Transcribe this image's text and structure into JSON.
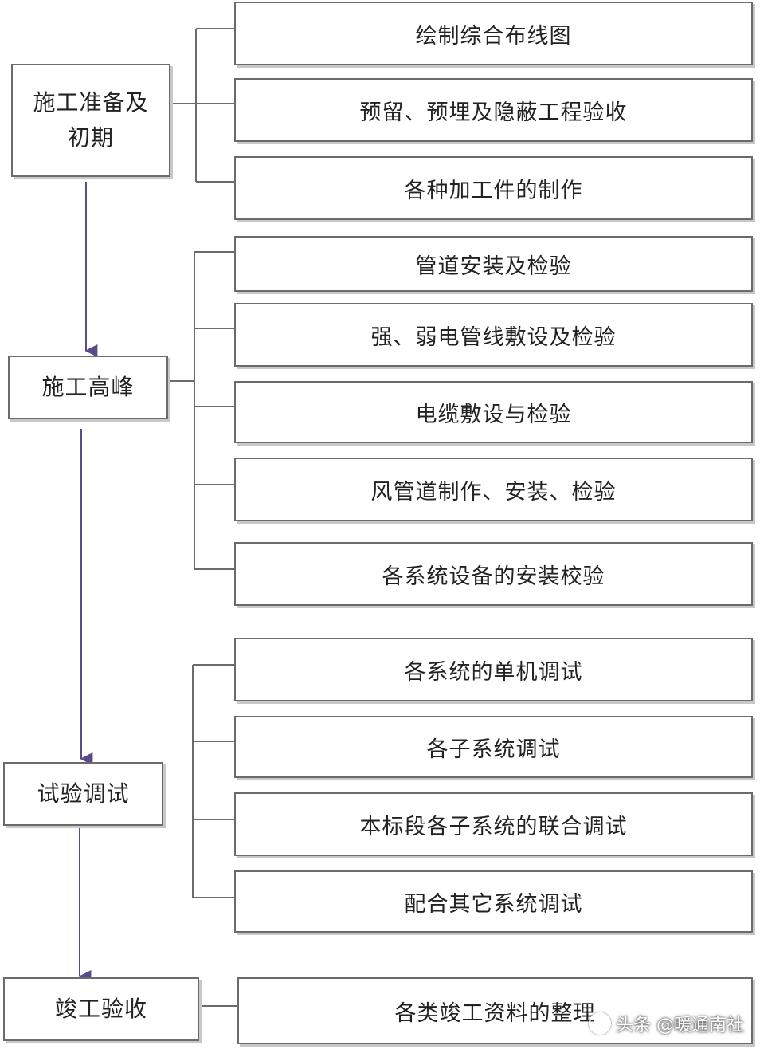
{
  "stages": [
    {
      "label": "施工准备及\n初期",
      "tasks": [
        "绘制综合布线图",
        "预留、预埋及隐蔽工程验收",
        "各种加工件的制作"
      ]
    },
    {
      "label": "施工高峰",
      "tasks": [
        "管道安装及检验",
        "强、弱电管线敷设及检验",
        "电缆敷设与检验",
        "风管道制作、安装、检验",
        "各系统设备的安装校验"
      ]
    },
    {
      "label": "试验调试",
      "tasks": [
        "各系统的单机调试",
        "各子系统调试",
        "本标段各子系统的联合调试",
        "配合其它系统调试"
      ]
    },
    {
      "label": "竣工验收",
      "tasks": [
        "各类竣工资料的整理"
      ]
    }
  ],
  "watermark": "头条 @暖通南社",
  "colors": {
    "arrow": "#5b4a8a",
    "line": "#6b6b6b"
  }
}
